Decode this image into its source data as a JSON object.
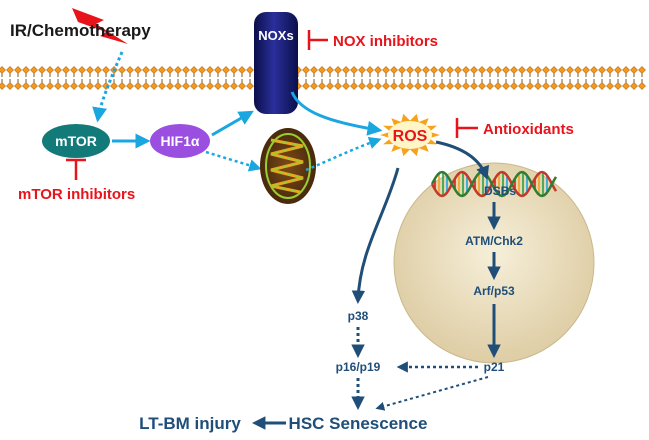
{
  "labels": {
    "trigger": "IR/Chemotherapy",
    "nox": "NOXs",
    "nox_inhibitors": "NOX inhibitors",
    "mtor": "mTOR",
    "hif": "HIF1α",
    "mtor_inhibitors": "mTOR inhibitors",
    "ros": "ROS",
    "antioxidants": "Antioxidants",
    "dsbs": "DSBs",
    "atm": "ATM/Chk2",
    "arf": "Arf/p53",
    "p38": "p38",
    "p16": "p16/p19",
    "p21": "p21",
    "senescence": "HSC Senescence",
    "injury": "LT-BM injury"
  },
  "colors": {
    "membrane_head": "#f39a1e",
    "membrane_tail": "#7a5a2a",
    "arrow_cyan": "#1aa7e0",
    "arrow_navy": "#1f4e79",
    "inhibitor_red": "#e8141b",
    "mtor_fill": "#137a7a",
    "hif_fill": "#9b4fe0",
    "nucleus_fill": "#ece0c4",
    "ros_burst": "#f7a21b"
  },
  "icons": [
    "lightning-bolt-icon",
    "mitochondrion-icon",
    "dna-helix-icon",
    "ros-burst-icon"
  ]
}
